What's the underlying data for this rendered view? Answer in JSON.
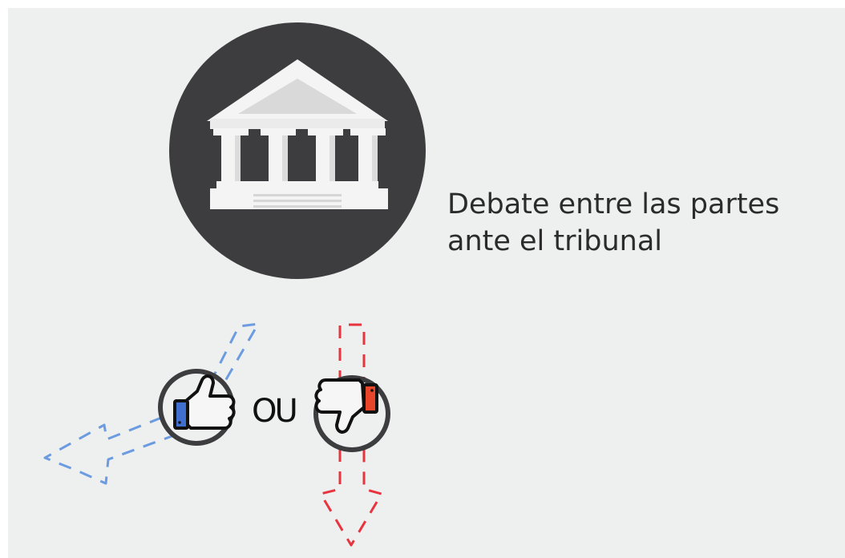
{
  "caption": {
    "line1": "Debate entre las partes",
    "line2": "ante el tribunal"
  },
  "connector_word": "OU",
  "colors": {
    "background": "#eeefef",
    "court_circle": "#3d3d3f",
    "building": "#f4f4f4",
    "approve_accent": "#3f6fcf",
    "approve_path": "#6b9be0",
    "reject_accent": "#e8452a",
    "reject_path": "#e8343f"
  },
  "icons": {
    "court": "courthouse-icon",
    "approve": "thumbs-up-icon",
    "reject": "thumbs-down-icon"
  }
}
